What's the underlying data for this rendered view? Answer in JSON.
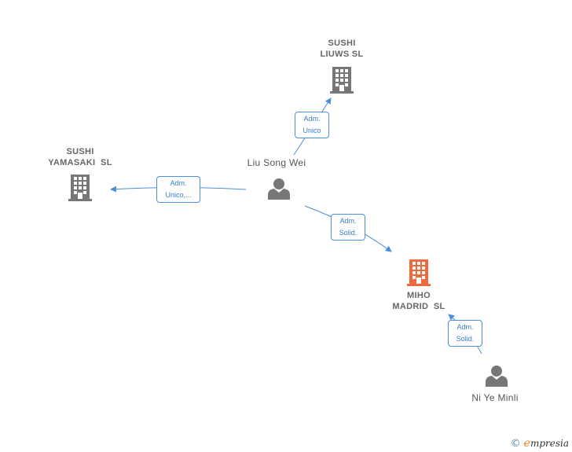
{
  "nodes": {
    "sushi_liuws": {
      "name_lines": [
        "SUSHI",
        "LIUWS SL"
      ],
      "type": "company",
      "color": "#777777"
    },
    "sushi_yamasaki": {
      "name_lines": [
        "SUSHI",
        "YAMASAKI  SL"
      ],
      "type": "company",
      "color": "#777777"
    },
    "miho_madrid": {
      "name_lines": [
        "MIHO",
        "MADRID  SL"
      ],
      "type": "company",
      "color": "#ee6a3c"
    },
    "liu_song_wei": {
      "name": "Liu Song Wei",
      "type": "person",
      "color": "#777777"
    },
    "ni_ye_minli": {
      "name": "Ni Ye Minli",
      "type": "person",
      "color": "#777777"
    }
  },
  "edges": [
    {
      "from": "liu_song_wei",
      "to": "sushi_liuws",
      "label_lines": [
        "Adm.",
        "Unico"
      ]
    },
    {
      "from": "liu_song_wei",
      "to": "sushi_yamasaki",
      "label_lines": [
        "Adm.",
        "Unico,..."
      ]
    },
    {
      "from": "liu_song_wei",
      "to": "miho_madrid",
      "label_lines": [
        "Adm.",
        "Solid."
      ]
    },
    {
      "from": "ni_ye_minli",
      "to": "miho_madrid",
      "label_lines": [
        "Adm.",
        "Solid."
      ]
    }
  ],
  "colors": {
    "edge": "#4a90d9",
    "edge_label_text": "#3a7cc9"
  },
  "footer": {
    "copyright_symbol": "©",
    "brand_initial": "e",
    "brand_rest": "mpresia"
  }
}
